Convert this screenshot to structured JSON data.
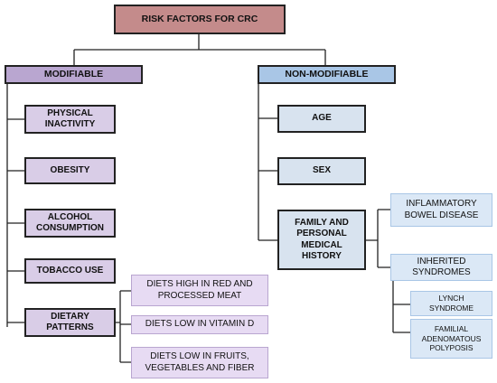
{
  "colors": {
    "root_fill": "#c48b8b",
    "modifiable_fill": "#b9a6d0",
    "modifiable_child_fill": "#d9cde7",
    "modifiable_leaf_fill": "#e7dbf3",
    "nonmod_fill": "#a9c6e6",
    "nonmod_child_fill": "#d8e3ef",
    "nonmod_leaf_fill": "#dbe8f6",
    "line": "#222222"
  },
  "root": "RISK FACTORS FOR CRC",
  "modifiable": {
    "title": "MODIFIABLE",
    "items": {
      "physical_inactivity": "PHYSICAL INACTIVITY",
      "obesity": "OBESITY",
      "alcohol": "ALCOHOL CONSUMPTION",
      "tobacco": "TOBACCO USE",
      "dietary": "DIETARY PATTERNS"
    },
    "diet": {
      "red_meat": "DIETS HIGH IN RED AND PROCESSED MEAT",
      "vitamin_d": "DIETS LOW IN VITAMIN D",
      "fiber": "DIETS LOW IN FRUITS, VEGETABLES AND FIBER"
    }
  },
  "non_modifiable": {
    "title": "NON-MODIFIABLE",
    "items": {
      "age": "AGE",
      "sex": "SEX",
      "history": "FAMILY AND PERSONAL MEDICAL HISTORY"
    },
    "history": {
      "ibd": "INFLAMMATORY BOWEL DISEASE",
      "inherited": "INHERITED SYNDROMES"
    },
    "syndromes": {
      "lynch": "LYNCH SYNDROME",
      "fap": "FAMILIAL ADENOMATOUS POLYPOSIS"
    }
  }
}
